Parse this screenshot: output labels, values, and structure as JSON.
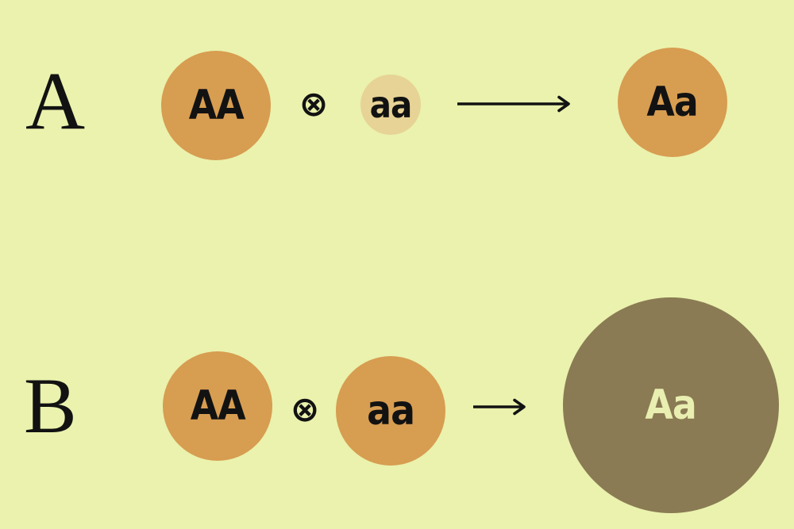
{
  "colors": {
    "background": "#eaf2ad",
    "parent_orange": "#d79d51",
    "parent_pale_tan": "#e7d395",
    "offspring_olive": "#8a7b54",
    "dark_text": "#121212",
    "light_text": "#e9eeb1"
  },
  "rows": [
    {
      "label": "A",
      "parent1": {
        "genotype": "AA",
        "size": "large",
        "fill": "#d79d51"
      },
      "cross_symbol": "⊗",
      "parent2": {
        "genotype": "aa",
        "size": "small",
        "fill": "#e7d395"
      },
      "arrow": "long",
      "offspring": {
        "genotype": "Aa",
        "size": "large",
        "fill": "#d79d51"
      }
    },
    {
      "label": "B",
      "parent1": {
        "genotype": "AA",
        "size": "large",
        "fill": "#d79d51"
      },
      "cross_symbol": "⊗",
      "parent2": {
        "genotype": "aa",
        "size": "large",
        "fill": "#d79d51"
      },
      "arrow": "short",
      "offspring": {
        "genotype": "Aa",
        "size": "extra-large",
        "fill": "#8a7b54"
      }
    }
  ]
}
